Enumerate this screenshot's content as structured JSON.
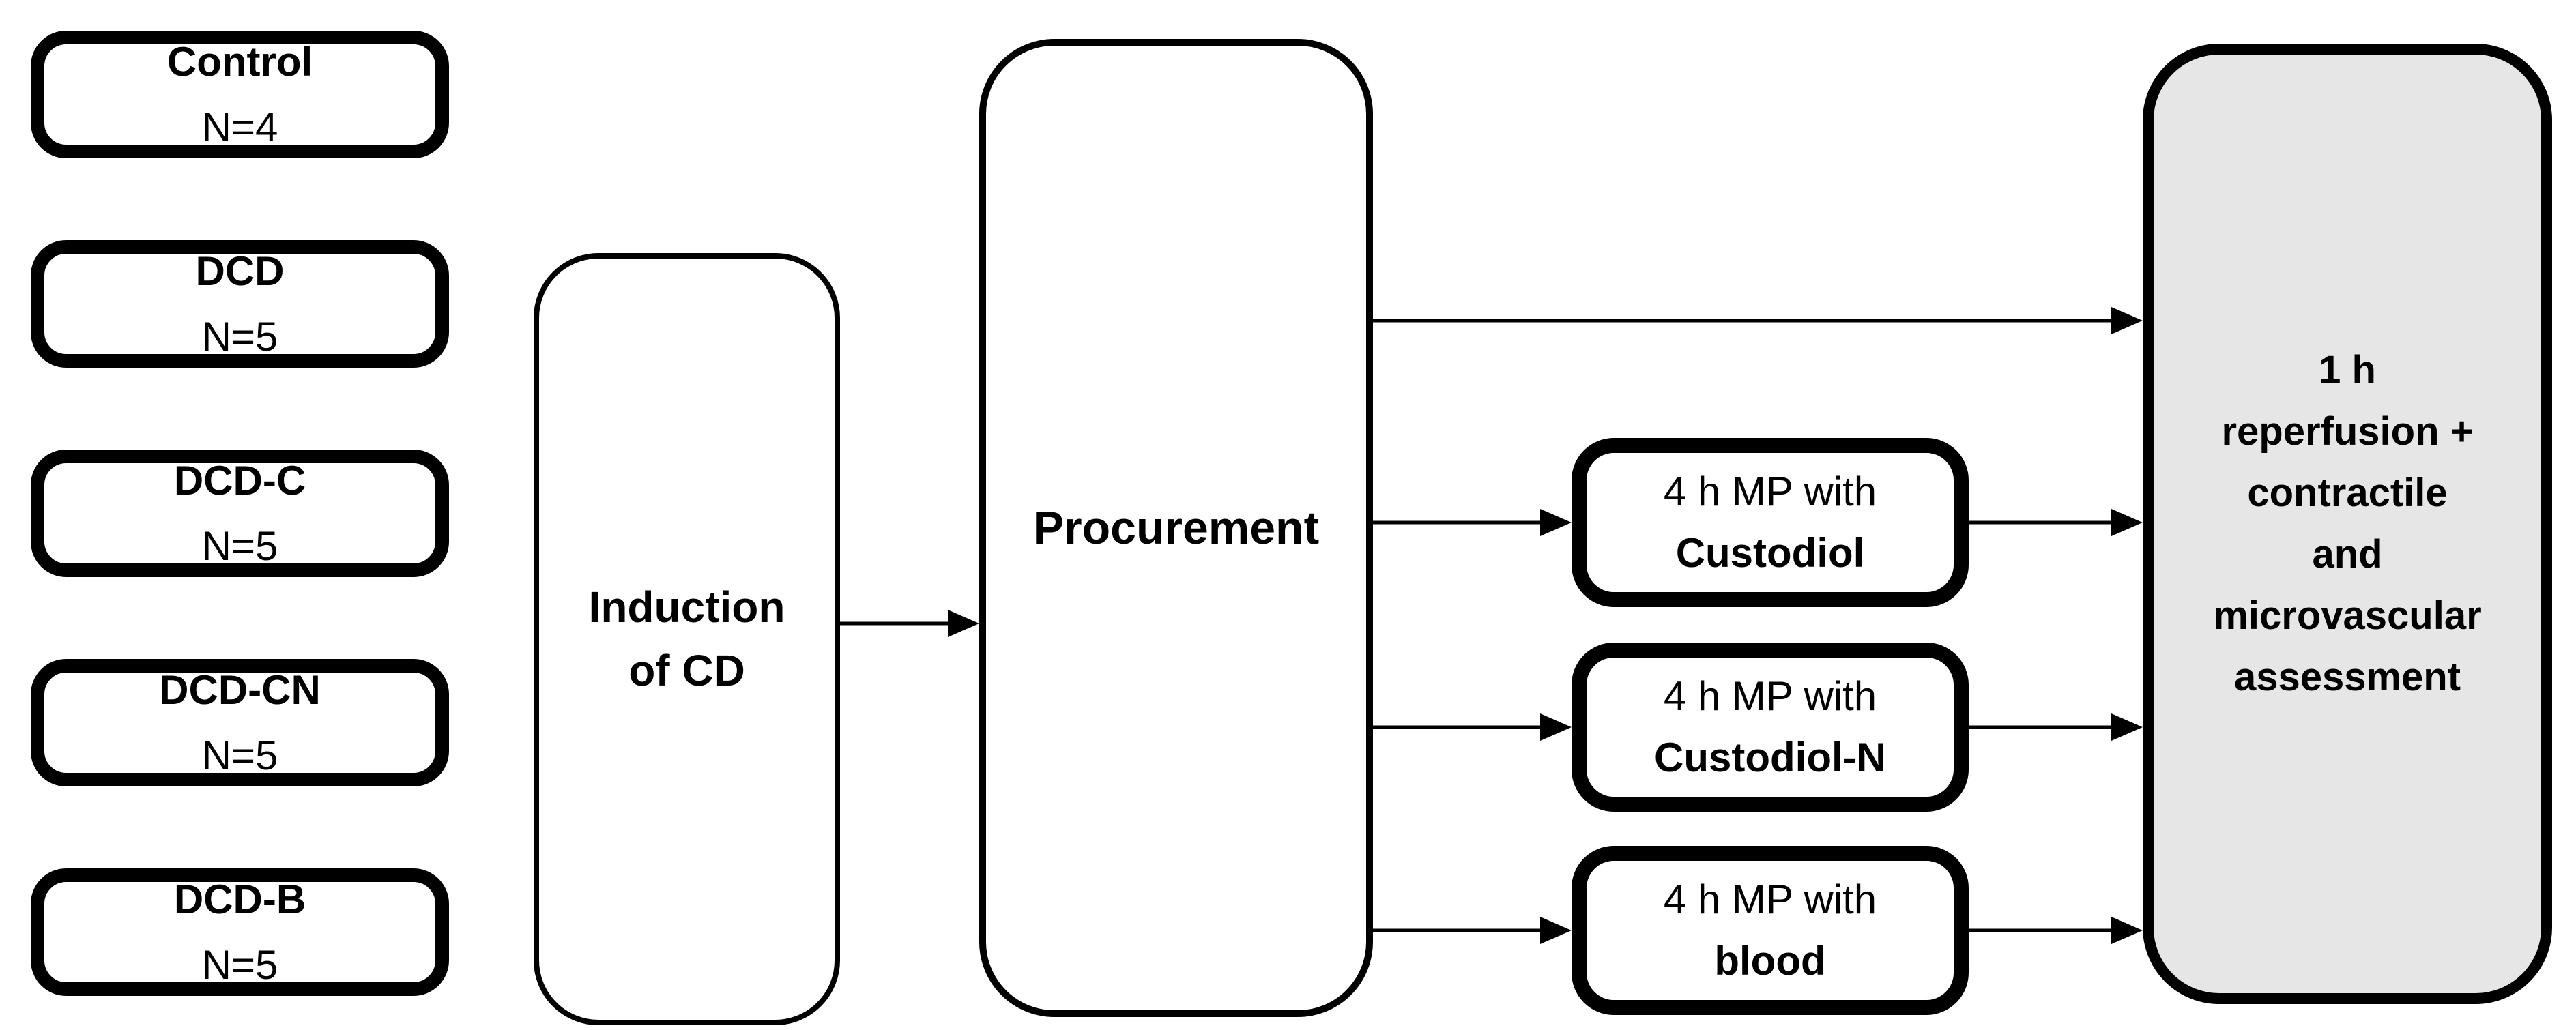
{
  "diagram": {
    "background": "#ffffff",
    "line_color": "#000000",
    "groups": [
      {
        "label": "Control",
        "n": "N=4"
      },
      {
        "label": "DCD",
        "n": "N=5"
      },
      {
        "label": "DCD-C",
        "n": "N=5"
      },
      {
        "label": "DCD-CN",
        "n": "N=5"
      },
      {
        "label": "DCD-B",
        "n": "N=5"
      }
    ],
    "induction": {
      "line1": "Induction",
      "line2": "of CD"
    },
    "procurement": {
      "label": "Procurement"
    },
    "perfusion_boxes": [
      {
        "line1": "4 h MP with",
        "line2": "Custodiol"
      },
      {
        "line1": "4 h MP with",
        "line2": "Custodiol-N"
      },
      {
        "line1": "4 h MP with",
        "line2": "blood"
      }
    ],
    "outcome": {
      "fill": "#e6e6e6",
      "lines": [
        "1 h",
        "reperfusion +",
        "contractile",
        "and",
        "microvascular",
        "assessment"
      ]
    }
  }
}
